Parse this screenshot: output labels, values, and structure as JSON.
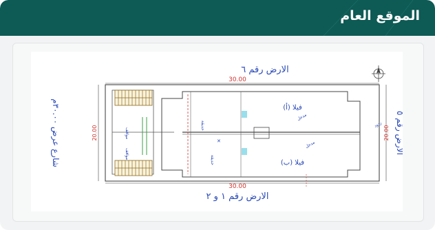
{
  "card": {
    "title": "الموقع العام"
  },
  "plan": {
    "top_neighbor": "الارض رقم ٦",
    "bottom_neighbor": "الارض رقم ١ و ٢",
    "right_neighbor": "الارض رقم ٥",
    "left_street": "شارع عرض ٣٠.٠٠م",
    "width_top": "30.00",
    "width_bottom": "30.00",
    "depth_left": "20.00",
    "depth_right": "20.00",
    "villa_a": "فيلا (أ)",
    "villa_b": "فيلا (ب)"
  },
  "colors": {
    "header": "#0e5a55",
    "dimension_red": "#d0352e",
    "label_blue": "#2848b8"
  },
  "icons": [
    "north-arrow-icon"
  ]
}
